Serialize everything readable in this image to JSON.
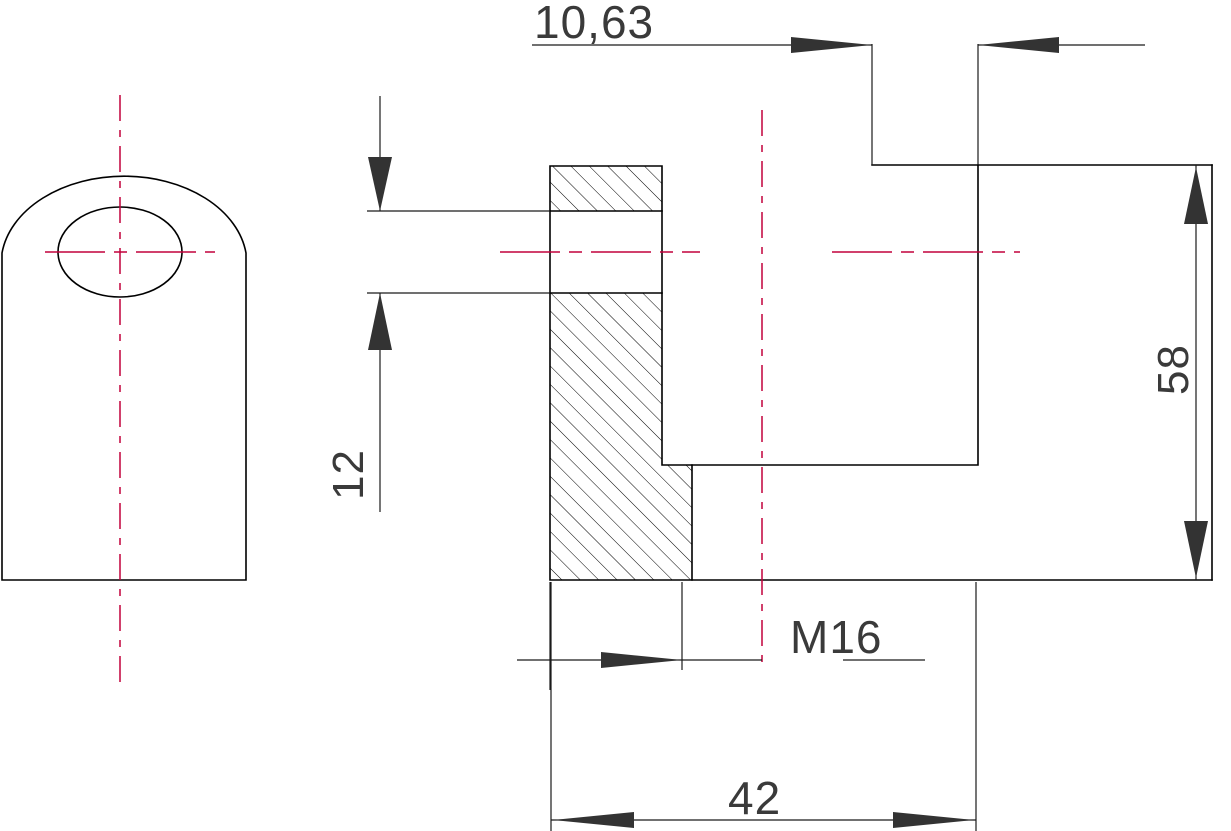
{
  "drawing": {
    "title": "Mechanical part section drawing",
    "background_color": "#ffffff",
    "line_color": "#000000",
    "centerline_color": "#c2003c",
    "text_color": "#3a3a3a",
    "views": [
      {
        "name": "front-view",
        "description": "rounded-top outline with elliptical bore"
      },
      {
        "name": "section-view",
        "description": "hatched cross section with stepped profile"
      }
    ]
  },
  "dimensions": {
    "top": {
      "name": "dimension-10-63",
      "value": "10,63",
      "orientation": "horizontal",
      "arrow_style": "outward"
    },
    "left": {
      "name": "dimension-12",
      "value": "12",
      "orientation": "vertical-rotated",
      "arrow_style": "inward"
    },
    "right": {
      "name": "dimension-58",
      "value": "58",
      "orientation": "vertical-rotated",
      "arrow_style": "inward"
    },
    "thread": {
      "name": "thread-callout-m16",
      "value": "M16",
      "orientation": "horizontal",
      "arrow_style": "leader"
    },
    "bottom": {
      "name": "dimension-42",
      "value": "42",
      "orientation": "horizontal",
      "arrow_style": "inward"
    }
  }
}
